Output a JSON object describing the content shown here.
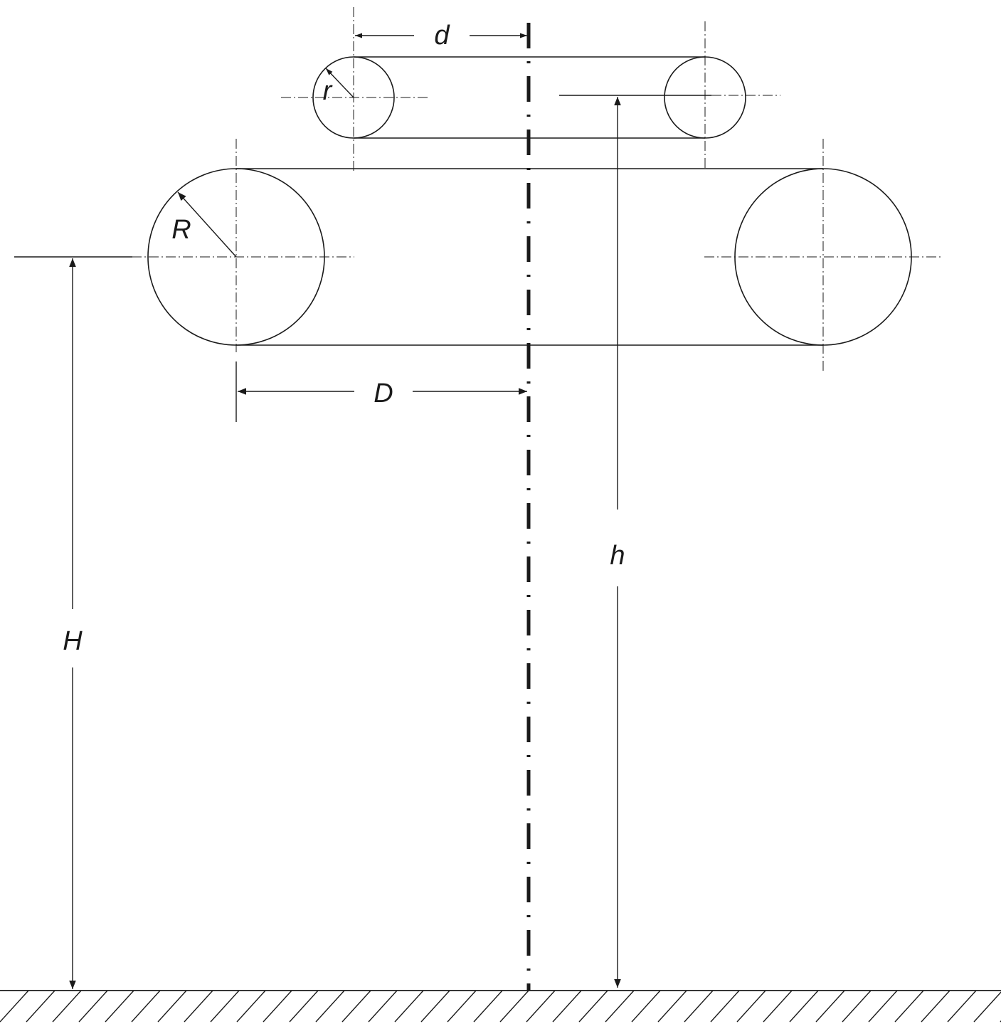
{
  "diagram": {
    "labels": {
      "d": "d",
      "r": "r",
      "R": "R",
      "D": "D",
      "h": "h",
      "H": "H"
    },
    "colors": {
      "line": "#1a1a1a",
      "background": "#ffffff"
    }
  }
}
